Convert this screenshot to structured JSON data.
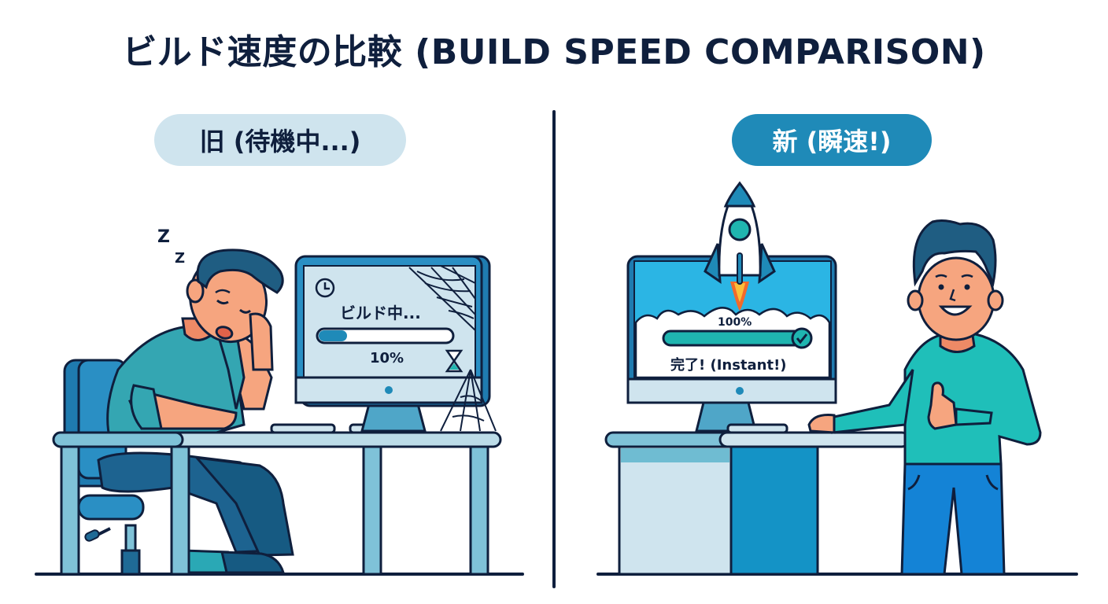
{
  "title": "ビルド速度の比較 (BUILD SPEED COMPARISON)",
  "panels": {
    "old": {
      "label": "旧 (待機中...)",
      "label_bg": "#cfe4ee",
      "sleep_text": {
        "z1": "Z",
        "z2": "Z"
      },
      "screen": {
        "status": "ビルド中...",
        "progress_percent": 10,
        "progress_label": "10%",
        "icons": [
          "clock-icon",
          "hourglass-icon",
          "cobweb-icon"
        ]
      }
    },
    "new": {
      "label": "新 (瞬速!)",
      "label_bg": "#1f8ab8",
      "screen": {
        "progress_percent": 100,
        "progress_label": "100%",
        "status": "完了! (Instant!)",
        "icons": [
          "rocket-icon",
          "checkmark-icon"
        ]
      }
    }
  },
  "colors": {
    "outline": "#0f1f3d",
    "teal": "#1fb5b0",
    "blue": "#1f8ab8",
    "light_blue": "#cfe4ee",
    "skin": "#f6a57f"
  }
}
